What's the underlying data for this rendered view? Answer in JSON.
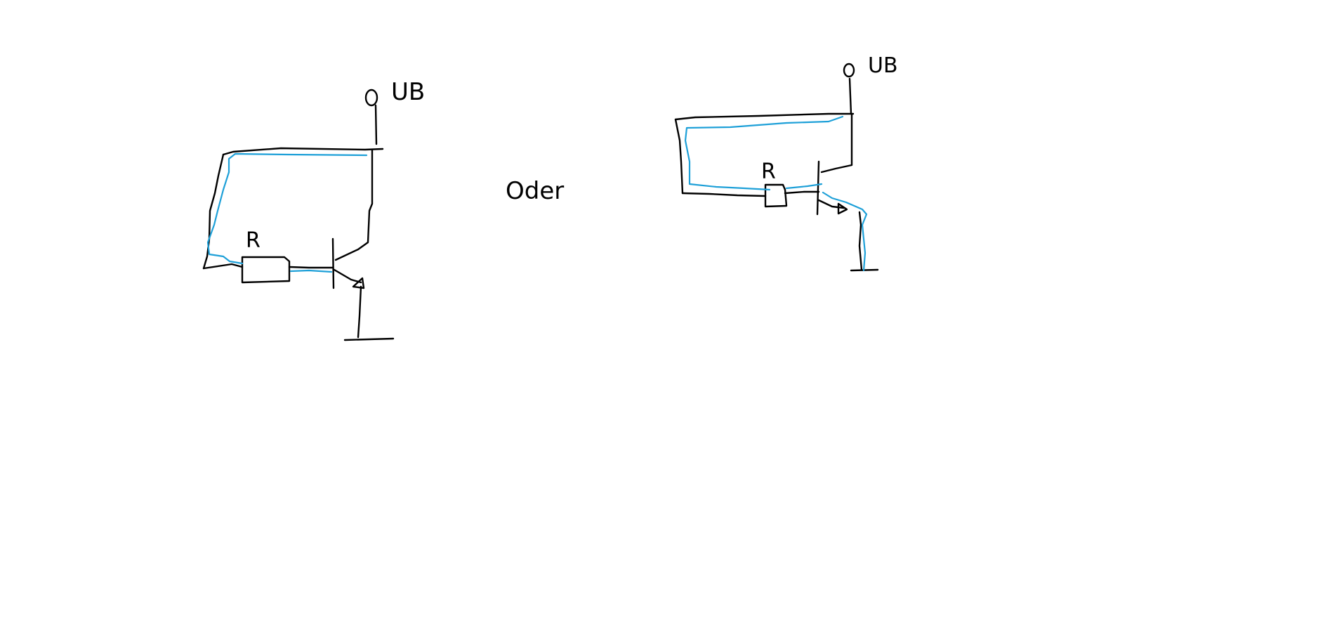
{
  "colors": {
    "background": "#ffffff",
    "wire": "#000000",
    "current_path": "#1ea0d8"
  },
  "left_circuit": {
    "supply_label": "UB",
    "resistor_label": "R"
  },
  "middle_text": "Oder",
  "right_circuit": {
    "supply_label": "UB",
    "resistor_label": "R"
  }
}
